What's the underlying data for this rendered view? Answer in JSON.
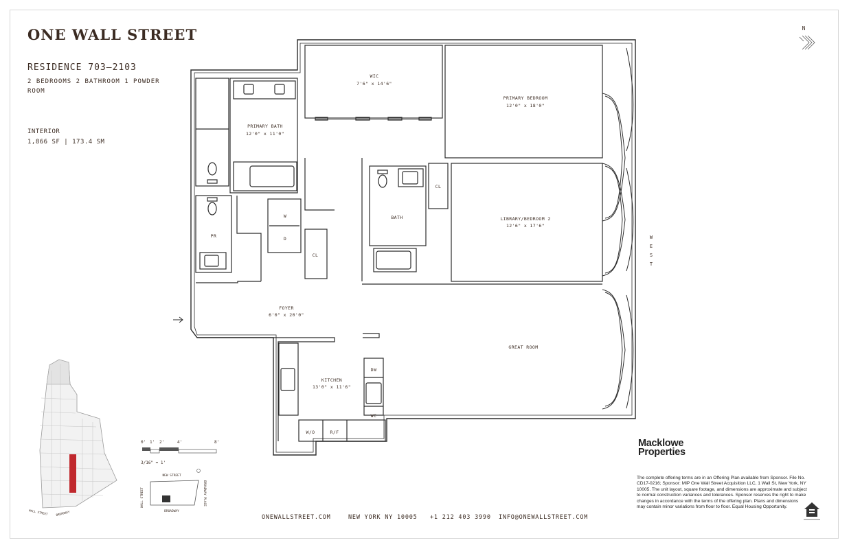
{
  "brand": "ONE WALL STREET",
  "residence": {
    "title": "RESIDENCE 703–2103",
    "subtitle": "2 BEDROOMS 2 BATHROOM 1 POWDER ROOM",
    "interior_label": "INTERIOR",
    "area": "1,866 SF | 173.4 SM"
  },
  "compass": {
    "north": "N",
    "west": "WEST"
  },
  "rooms": {
    "wic": {
      "name": "WIC",
      "dim": "7'6\" x 14'6\""
    },
    "primary_bedroom": {
      "name": "PRIMARY BEDROOM",
      "dim": "12'0\" x 18'0\""
    },
    "primary_bath": {
      "name": "PRIMARY BATH",
      "dim": "12'0\" x 11'0\""
    },
    "bath": {
      "name": "BATH"
    },
    "cl1": {
      "name": "CL"
    },
    "cl2": {
      "name": "CL"
    },
    "library": {
      "name": "LIBRARY/BEDROOM 2",
      "dim": "12'6\" x 17'6\""
    },
    "pr": {
      "name": "PR"
    },
    "washer": "W",
    "dryer": "D",
    "foyer": {
      "name": "FOYER",
      "dim": "6'0\" x 20'0\""
    },
    "great_room": {
      "name": "GREAT ROOM"
    },
    "kitchen": {
      "name": "KITCHEN",
      "dim": "13'0\" x 11'6\""
    },
    "dw": "DW",
    "wc": "WC",
    "wo": "W/O",
    "rf": "R/F"
  },
  "scale": {
    "ticks": [
      "0'",
      "1'",
      "2'",
      "4'",
      "8'"
    ],
    "ratio": "3/16\" = 1'"
  },
  "keyplan": {
    "top": "NEW STREET",
    "left": "WALL STREET",
    "right": "BROADWAY PLACE",
    "bottom": "BROADWAY"
  },
  "building": {
    "street_left": "WALL STREET",
    "street_right": "BROADWAY"
  },
  "footer": {
    "website": "ONEWALLSTREET.COM",
    "city": "NEW YORK NY 10005",
    "phone": "+1 212 403 3990",
    "email": "INFO@ONEWALLSTREET.COM"
  },
  "developer": {
    "line1": "Macklowe",
    "line2": "Properties"
  },
  "disclaimer": "The complete offering terms are in an Offering Plan available from Sponsor. File No. CD17-0216; Sponsor: MIP One Wall Street Acquisition LLC, 1 Wall St, New York, NY 10005. The unit layout, square footage, and dimensions are approximate and subject to normal construction variances and tolerances. Sponsor reserves the right to make changes in accordance with the terms of the offering plan. Plans and dimensions may contain minor variations from floor to floor. Equal Housing Opportunity.",
  "colors": {
    "text": "#3b2b22",
    "wall": "#2b2b2b",
    "highlight": "#c0282d",
    "building": "#bdbdbd"
  }
}
